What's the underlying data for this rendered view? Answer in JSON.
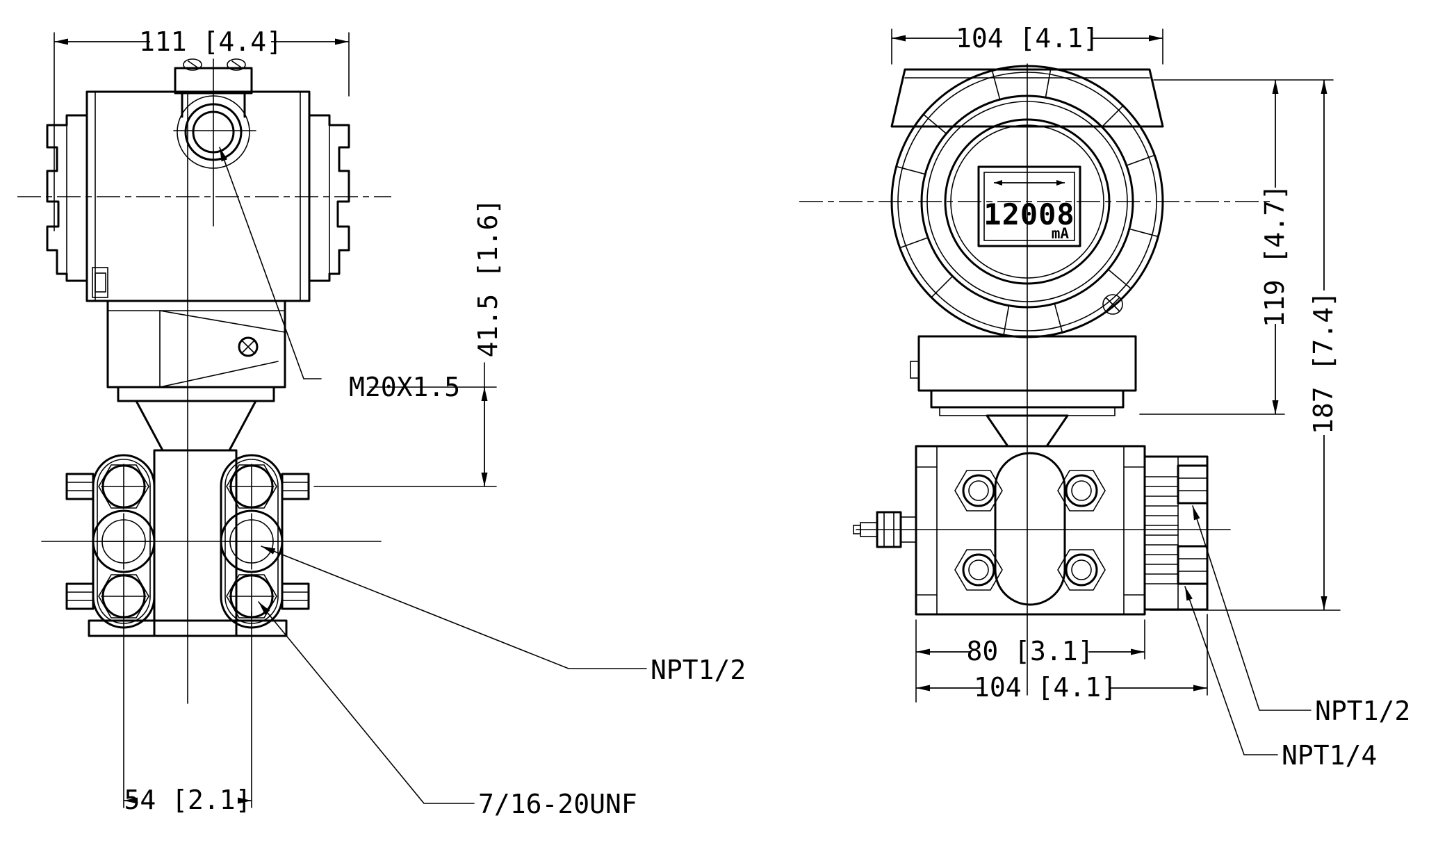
{
  "views": {
    "side": {
      "dim_width": "111 [4.4]",
      "dim_port_height": "41.5 [1.6]",
      "conduit_thread": "M20X1.5",
      "process_port": "NPT1/2",
      "dim_bolt_spacing": "54 [2.1]",
      "drain_bolt_thread": "7/16-20UNF"
    },
    "front": {
      "dim_width_top": "104 [4.1]",
      "lcd": {
        "value": "12008",
        "unit": "mA"
      },
      "dim_housing_height": "119 [4.7]",
      "dim_total_height": "187 [7.4]",
      "dim_flange_width": "80 [3.1]",
      "dim_width_bottom": "104 [4.1]",
      "port_side": "NPT1/2",
      "port_vent": "NPT1/4"
    }
  }
}
